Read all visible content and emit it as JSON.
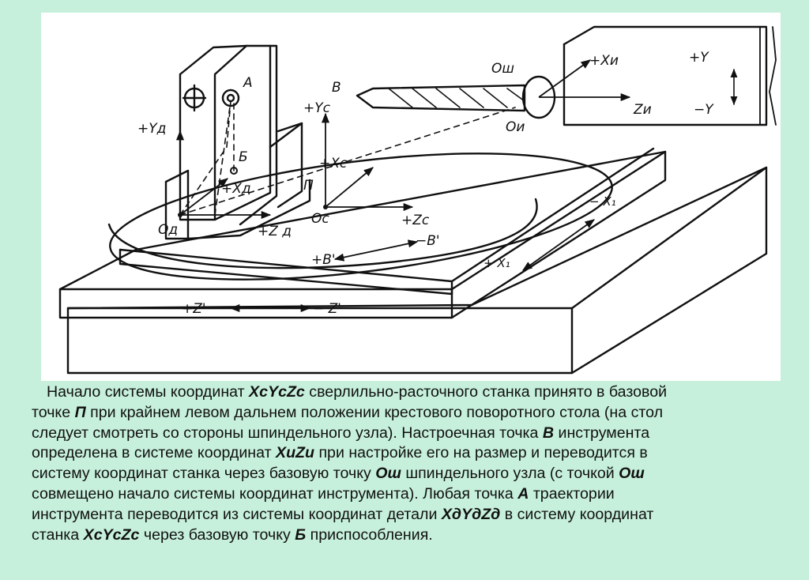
{
  "figure": {
    "labels": {
      "osh": "Ош",
      "xi": "+Xи",
      "zi": "Zи",
      "oi": "Ои",
      "plus_y": "+Y",
      "minus_y": "−Y",
      "b_tool": "В",
      "a_point": "А",
      "b_point": "Б",
      "yc": "+Yс",
      "yd": "+Yд",
      "xc": "+Xс",
      "xd": "+Xд",
      "p_point": "П",
      "od": "Од",
      "zd": "+Z д",
      "oc": "Ос",
      "zc": "+Zс",
      "minus_b": "−B'",
      "plus_b": "+B'",
      "minus_x1_top": "− X₁",
      "plus_x1": "+ X₁",
      "plus_z": "+Z'",
      "minus_z": "− Z'"
    }
  },
  "caption": {
    "lines": [
      [
        {
          "t": "Начало системы координат "
        },
        {
          "b": "XсYсZс"
        },
        {
          "t": " сверлильно-расточного станка принято в базовой"
        }
      ],
      [
        {
          "t": "точке "
        },
        {
          "b": "П"
        },
        {
          "t": " при крайнем левом дальнем положении крестового поворотного стола (на стол"
        }
      ],
      [
        {
          "t": "следует смотреть со стороны шпиндельного узла). Настроечная точка "
        },
        {
          "b": "В"
        },
        {
          "t": " инструмента"
        }
      ],
      [
        {
          "t": "определена в системе координат "
        },
        {
          "b": "XиZи"
        },
        {
          "t": " при настройке его на размер и переводится в"
        }
      ],
      [
        {
          "t": "систему координат станка через базовую точку "
        },
        {
          "b": "Ош"
        },
        {
          "t": " шпиндельного узла (с точкой "
        },
        {
          "b": "Ош"
        }
      ],
      [
        {
          "t": "совмещено начало системы координат инструмента).  Любая точка "
        },
        {
          "b": "А"
        },
        {
          "t": " траектории"
        }
      ],
      [
        {
          "t": "инструмента переводится из системы координат детали "
        },
        {
          "b": "XдYдZд"
        },
        {
          "t": " в систему координат"
        }
      ],
      [
        {
          "t": "станка "
        },
        {
          "b": "XсYсZс"
        },
        {
          "t": " через базовую точку "
        },
        {
          "b": "Б"
        },
        {
          "t": " приспособления."
        }
      ]
    ]
  }
}
